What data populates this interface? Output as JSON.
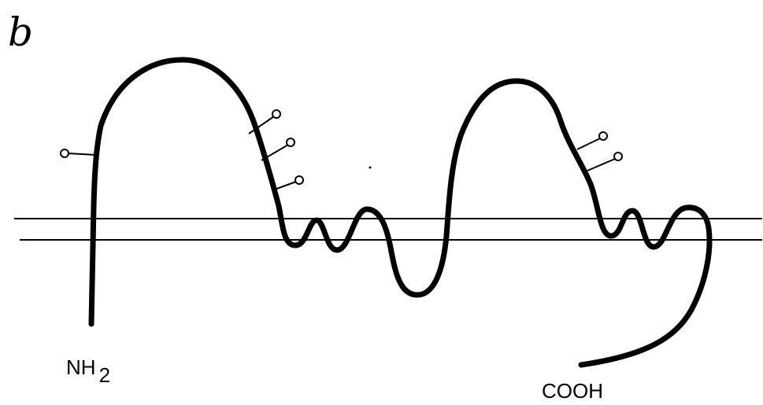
{
  "panel_label": "b",
  "n_terminus": {
    "prefix": "NH",
    "subscript": "2"
  },
  "c_terminus": "COOH",
  "glycosylation_sites": 6,
  "colors": {
    "ink": "#000000",
    "background": "#ffffff"
  }
}
